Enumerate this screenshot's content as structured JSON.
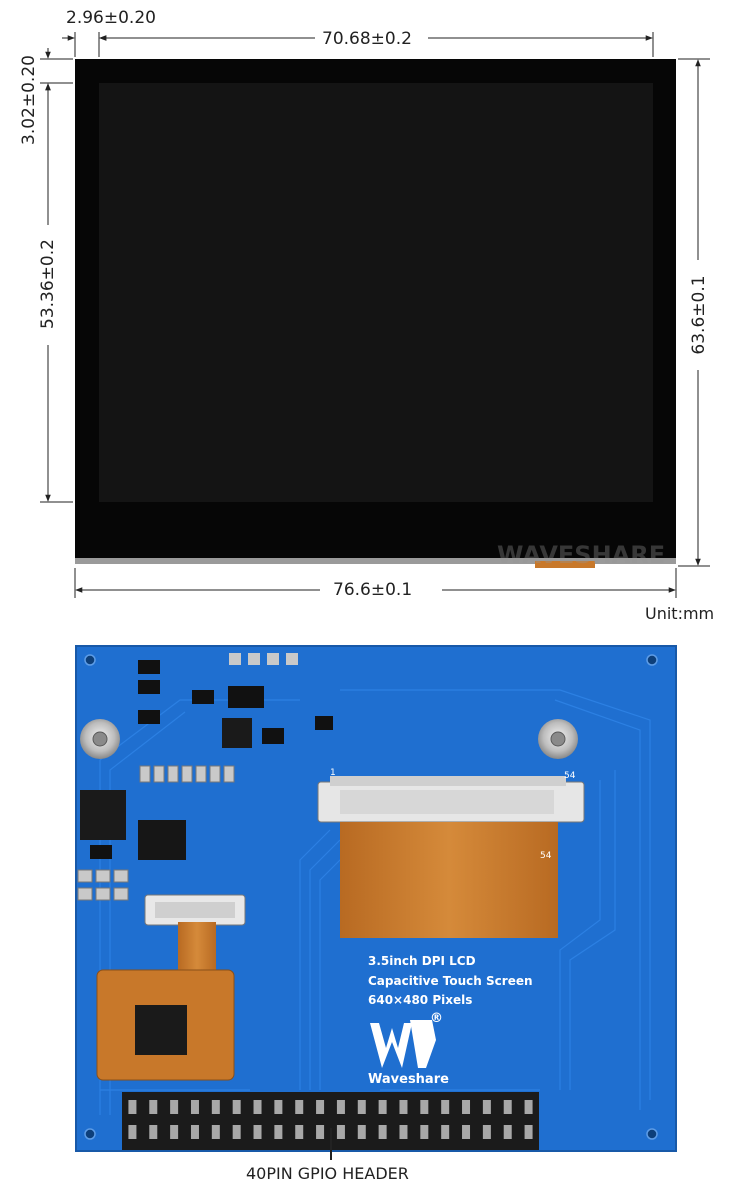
{
  "top_view": {
    "dimensions": {
      "left_offset": "2.96±0.20",
      "active_width": "70.68±0.2",
      "top_offset": "3.02±0.20",
      "active_height": "53.36±0.2",
      "total_height": "63.6±0.1",
      "total_width": "76.6±0.1"
    },
    "unit_label": "Unit:mm",
    "watermark": "WAVESHARE"
  },
  "bottom_view": {
    "fpc_pin_start": "1",
    "fpc_pin_end": "54",
    "fpc_tail_pin": "54",
    "product_lines": [
      "3.5inch DPI LCD",
      "Capacitive Touch Screen",
      "640×480 Pixels"
    ],
    "brand": "Waveshare",
    "registered_mark": "®",
    "header_label": "40PIN GPIO HEADER"
  },
  "colors": {
    "pcb_blue": "#1f6fd0",
    "panel_black": "#060606",
    "screen_black": "#141414",
    "fpc_orange": "#c8782a"
  }
}
